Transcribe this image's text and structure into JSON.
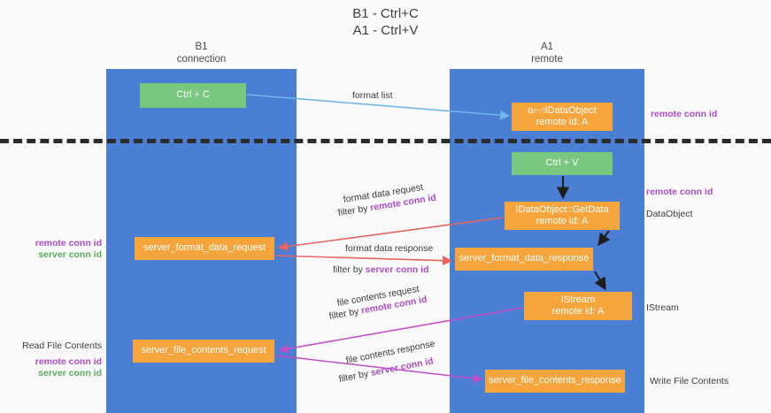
{
  "title": "B1 - Ctrl+C\nA1 - Ctrl+V",
  "lanes": [
    {
      "id": "b1",
      "heading": "B1\nconnection",
      "color": "#4a7fd4"
    },
    {
      "id": "a1",
      "heading": "A1\nremote",
      "color": "#4a7fd4"
    }
  ],
  "colors": {
    "lane": "#4a7fd4",
    "orange": "#f6a43c",
    "green": "#7ac77f",
    "purple": "#aa4cc4",
    "green_text": "#5aa95f",
    "blue_arrow": "#6fb7e8",
    "red_arrow": "#e8645c",
    "magenta_arrow": "#c44cc4",
    "black": "#2b2b2b",
    "background": "#fafafa"
  },
  "boxes": {
    "ctrl_c": "Ctrl + C",
    "idataobject": "ɑ⑃⑁IDataObject\nremote id: A",
    "ctrl_v": "Ctrl + V",
    "getdata": "IDataObject::GetData\nremote id: A",
    "format_data_request": "server_format_data_request",
    "format_data_response": "server_format_data_response",
    "istream": "IStream\nremote id: A",
    "file_contents_request": "server_file_contents_request",
    "file_contents_response": "server_file_contents_response"
  },
  "edge_labels": {
    "format_list": "format list",
    "format_data_request": "format data request",
    "format_data_request_filter_prefix": "filter by ",
    "format_data_request_filter_key": "remote conn id",
    "format_data_response": "format data response",
    "format_data_response_filter_prefix": "filter by ",
    "format_data_response_filter_key": "server conn id",
    "file_contents_request": "file contents request",
    "file_contents_request_filter_prefix": "filter by ",
    "file_contents_request_filter_key": "remote conn id",
    "file_contents_response": "file contents response",
    "file_contents_response_filter_prefix": "filter by ",
    "file_contents_response_filter_key": "server conn id"
  },
  "right_annotations": [
    {
      "id": "remote-conn-id-top",
      "text": "remote conn id",
      "style": "purple"
    },
    {
      "id": "remote-conn-id-mid",
      "text": "remote conn id",
      "style": "purple"
    },
    {
      "id": "dataobject",
      "text": "DataObject",
      "style": "dark"
    },
    {
      "id": "istream",
      "text": "IStream",
      "style": "dark"
    },
    {
      "id": "write-file-contents",
      "text": "Write File Contents",
      "style": "dark"
    }
  ],
  "left_annotations": [
    {
      "id": "conn-ids-mid",
      "remote": "remote conn id",
      "server": "server conn id"
    },
    {
      "id": "read-file-contents",
      "text": "Read File Contents"
    },
    {
      "id": "conn-ids-bottom",
      "remote": "remote conn id",
      "server": "server conn id"
    }
  ]
}
